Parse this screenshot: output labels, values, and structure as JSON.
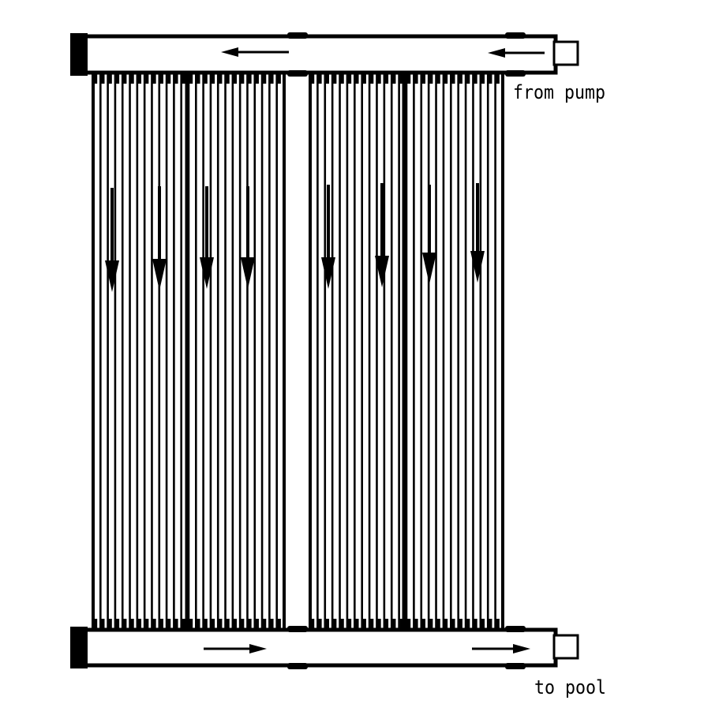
{
  "labels": {
    "inlet": "from pump",
    "outlet": "to pool"
  },
  "colors": {
    "stroke": "#000000",
    "background": "#ffffff"
  },
  "flow": {
    "top_header_direction": "left",
    "tubes_direction": "down",
    "bottom_header_direction": "right"
  }
}
